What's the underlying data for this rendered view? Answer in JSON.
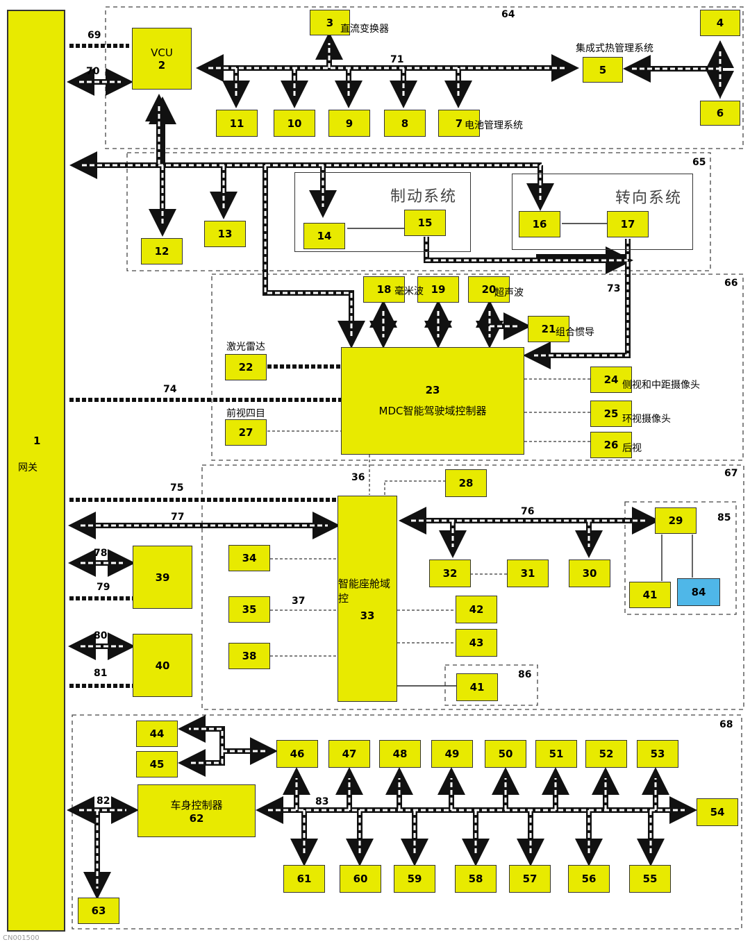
{
  "gateway": {
    "num": "1",
    "name": "网关"
  },
  "vcu": {
    "name": "VCU",
    "num": "2"
  },
  "bcm": {
    "name": "车身控制器",
    "num": "62"
  },
  "mdc": {
    "num": "23",
    "name": "MDC智能驾驶域控制器"
  },
  "cockpit": {
    "name": "智能座舱域控",
    "num": "33"
  },
  "boxes": {
    "b3": "3",
    "b4": "4",
    "b5": "5",
    "b6": "6",
    "b7": "7",
    "b8": "8",
    "b9": "9",
    "b10": "10",
    "b11": "11",
    "b12": "12",
    "b13": "13",
    "b14": "14",
    "b15": "15",
    "b16": "16",
    "b17": "17",
    "b18": "18",
    "b19": "19",
    "b20": "20",
    "b21": "21",
    "b22": "22",
    "b24": "24",
    "b25": "25",
    "b26": "26",
    "b27": "27",
    "b28": "28",
    "b29": "29",
    "b30": "30",
    "b31": "31",
    "b32": "32",
    "b34": "34",
    "b35": "35",
    "b38": "38",
    "b39": "39",
    "b40": "40",
    "b41a": "41",
    "b41b": "41",
    "b42": "42",
    "b43": "43",
    "b84": "84",
    "b44": "44",
    "b45": "45",
    "b46": "46",
    "b47": "47",
    "b48": "48",
    "b49": "49",
    "b50": "50",
    "b51": "51",
    "b52": "52",
    "b53": "53",
    "b54": "54",
    "b55": "55",
    "b56": "56",
    "b57": "57",
    "b58": "58",
    "b59": "59",
    "b60": "60",
    "b61": "61",
    "b63": "63"
  },
  "labels": {
    "dcdc": "直流变换器",
    "thermal": "集成式热管理系统",
    "bms": "电池管理系统",
    "brake": "制动系统",
    "steer": "转向系统",
    "mmwave": "毫米波",
    "ultrasonic": "超声波",
    "imu": "组合惯导",
    "lidar": "激光雷达",
    "side_cam": "侧视和中距摄像头",
    "surround_cam": "环视摄像头",
    "rear": "后视",
    "front4": "前视四目"
  },
  "refs": {
    "r36": "36",
    "r37": "37",
    "r64": "64",
    "r65": "65",
    "r66": "66",
    "r67": "67",
    "r68": "68",
    "r69": "69",
    "r70": "70",
    "r71": "71",
    "r73": "73",
    "r74": "74",
    "r75": "75",
    "r76": "76",
    "r77": "77",
    "r78": "78",
    "r79": "79",
    "r80": "80",
    "r81": "81",
    "r82": "82",
    "r83": "83",
    "r85": "85",
    "r86": "86"
  },
  "footer": "CN001500"
}
